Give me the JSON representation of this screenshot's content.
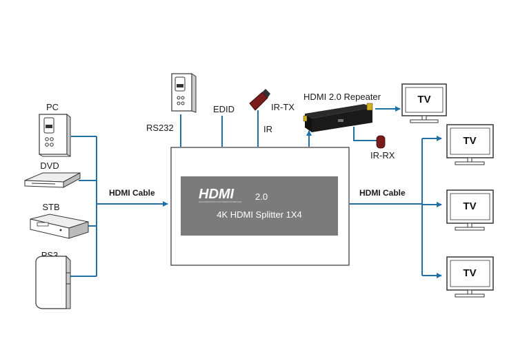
{
  "sources": {
    "pc": "PC",
    "dvd": "DVD",
    "stb": "STB",
    "ps3": "PS3"
  },
  "splitter": {
    "logo": "HDMI",
    "logo_tagline": "HIGH-DEFINITION MULTIMEDIA INTERFACE",
    "version": "2.0",
    "name": "4K HDMI Splitter 1X4"
  },
  "ports": {
    "rs232": "RS232",
    "edid": "EDID",
    "ir": "IR",
    "ir_tx": "IR-TX",
    "ir_rx": "IR-RX"
  },
  "repeater": {
    "label": "HDMI 2.0 Repeater"
  },
  "cables": {
    "input": "HDMI Cable",
    "output": "HDMI Cable"
  },
  "displays": [
    "TV",
    "TV",
    "TV",
    "TV"
  ],
  "colors": {
    "line": "#1f6fa8",
    "panel": "#7b7b7b",
    "ir_dongle": "#7a1c1c"
  }
}
